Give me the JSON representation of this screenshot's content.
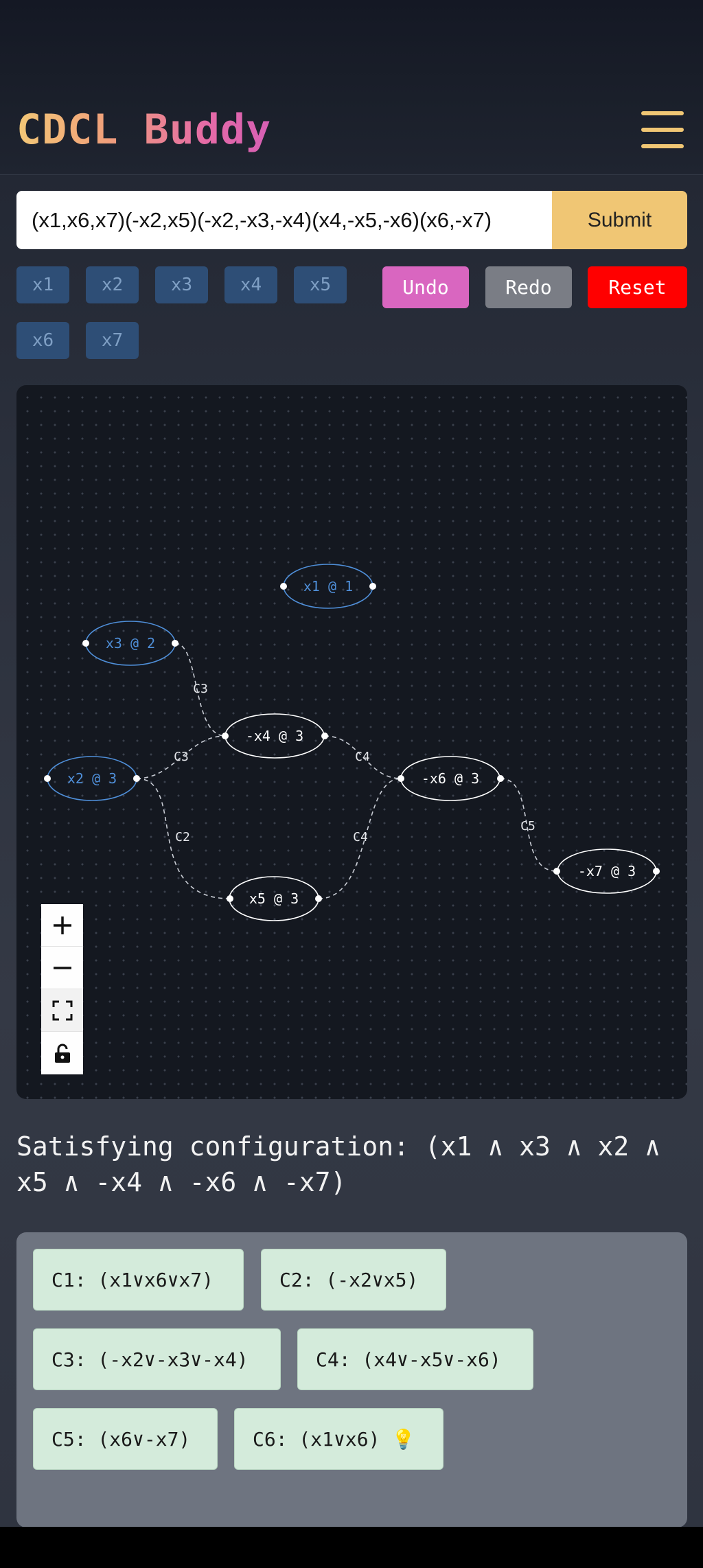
{
  "app": {
    "title": "CDCL Buddy"
  },
  "formula": {
    "value": "(x1,x6,x7)(-x2,x5)(-x2,-x3,-x4)(x4,-x5,-x6)(x6,-x7)",
    "submit_label": "Submit"
  },
  "variables": [
    "x1",
    "x2",
    "x3",
    "x4",
    "x5",
    "x6",
    "x7"
  ],
  "actions": {
    "undo": "Undo",
    "redo": "Redo",
    "reset": "Reset"
  },
  "colors": {
    "accent_yellow": "#f0c674",
    "undo_pink": "#d966c0",
    "redo_gray": "#7a7d85",
    "reset_red": "#ff0000",
    "decision_blue": "#4f8fd9",
    "implied_white": "#ffffff",
    "clause_green": "#d4ebdb"
  },
  "graph": {
    "nodes": [
      {
        "id": "x1",
        "label": "x1 @ 1",
        "kind": "decision"
      },
      {
        "id": "x3",
        "label": "x3 @ 2",
        "kind": "decision"
      },
      {
        "id": "x2",
        "label": "x2 @ 3",
        "kind": "decision"
      },
      {
        "id": "nx4",
        "label": "-x4 @ 3",
        "kind": "implied"
      },
      {
        "id": "nx6",
        "label": "-x6 @ 3",
        "kind": "implied"
      },
      {
        "id": "x5",
        "label": "x5 @ 3",
        "kind": "implied"
      },
      {
        "id": "nx7",
        "label": "-x7 @ 3",
        "kind": "implied"
      }
    ],
    "edges": [
      {
        "from": "x3",
        "to": "nx4",
        "label": "C3"
      },
      {
        "from": "x2",
        "to": "nx4",
        "label": "C3"
      },
      {
        "from": "x2",
        "to": "x5",
        "label": "C2"
      },
      {
        "from": "nx4",
        "to": "nx6",
        "label": "C4"
      },
      {
        "from": "x5",
        "to": "nx6",
        "label": "C4"
      },
      {
        "from": "nx6",
        "to": "nx7",
        "label": "C5"
      }
    ],
    "controls": [
      "zoom-in-icon",
      "zoom-out-icon",
      "fit-view-icon",
      "lock-icon"
    ]
  },
  "result": {
    "text": "Satisfying configuration: (x1 ∧ x3 ∧ x2 ∧ x5 ∧ -x4 ∧ -x6 ∧ -x7)"
  },
  "clauses": [
    {
      "label": "C1: (x1∨x6∨x7)"
    },
    {
      "label": "C2: (-x2∨x5)"
    },
    {
      "label": "C3: (-x2∨-x3∨-x4)"
    },
    {
      "label": "C4: (x4∨-x5∨-x6)"
    },
    {
      "label": "C5: (x6∨-x7)"
    },
    {
      "label": "C6: (x1∨x6) 💡",
      "icon": "lightbulb-icon"
    }
  ]
}
